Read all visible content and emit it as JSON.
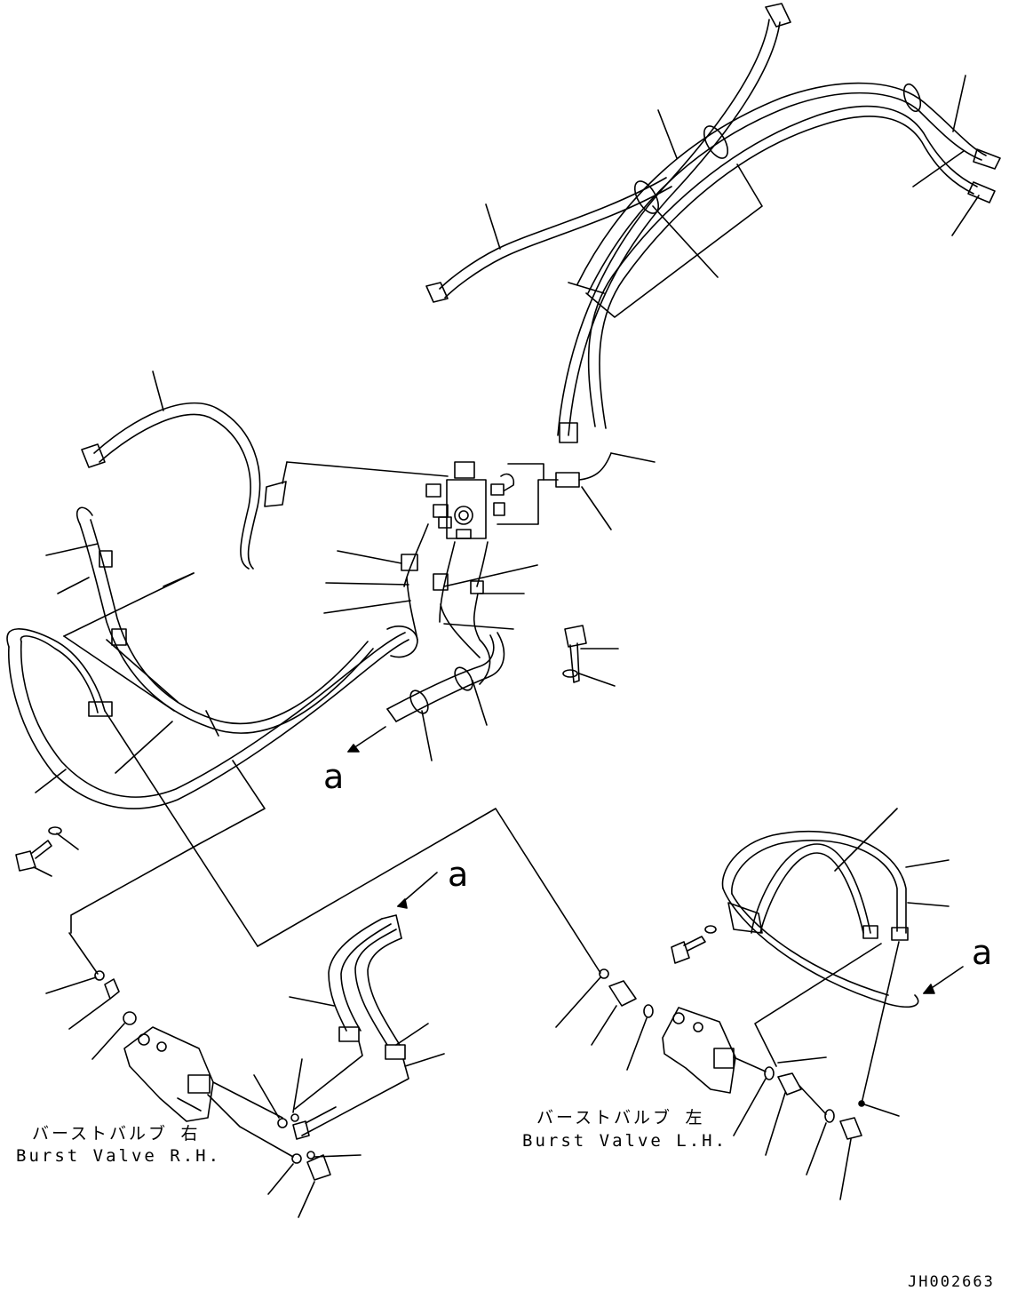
{
  "diagram": {
    "callouts": [
      "a",
      "a",
      "a"
    ],
    "captions": {
      "right_valve_jp": "バーストバルブ 右",
      "right_valve_en": "Burst Valve R.H.",
      "left_valve_jp": "バーストバルブ 左",
      "left_valve_en": "Burst Valve L.H."
    },
    "drawing_number": "JH002663"
  }
}
